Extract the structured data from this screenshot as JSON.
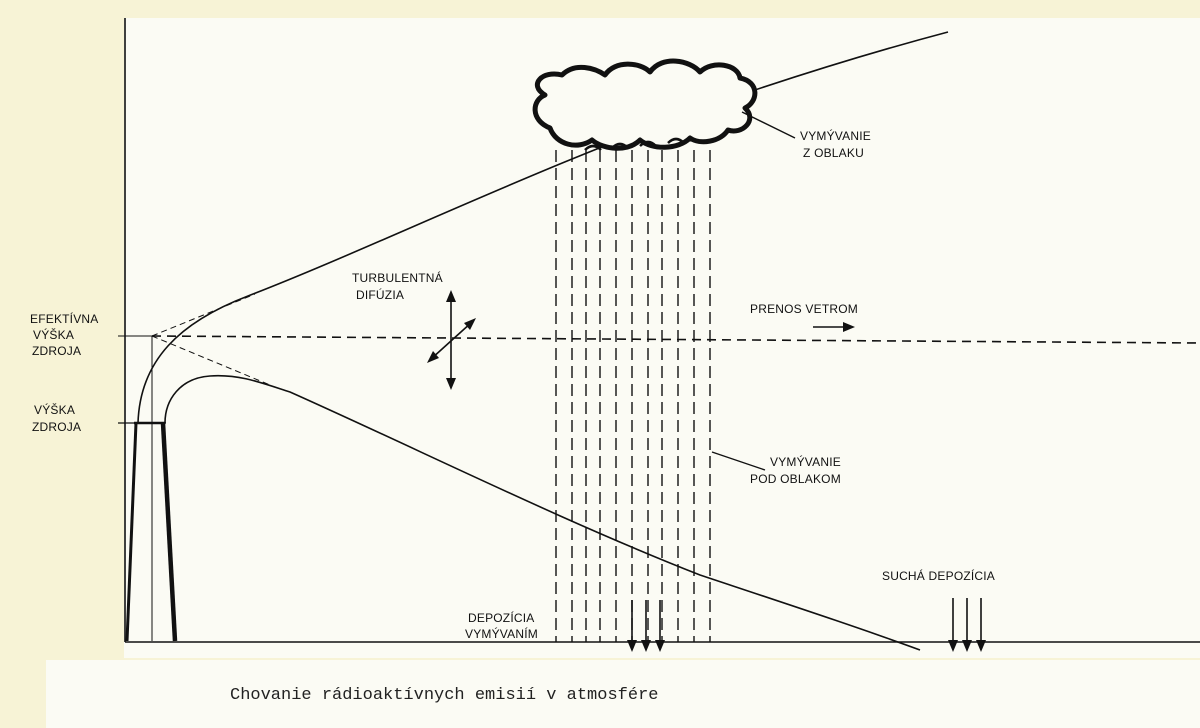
{
  "labels": {
    "effective_height": [
      "EFEKTÍVNA",
      "VÝŠKA",
      "ZDROJA"
    ],
    "source_height": [
      "VÝŠKA",
      "ZDROJA"
    ],
    "turbulent_diffusion": [
      "TURBULENTNÁ",
      "DIFÚZIA"
    ],
    "wind_transport": "PRENOS VETROM",
    "washout_cloud": [
      "VYMÝVANIE",
      "Z OBLAKU"
    ],
    "washout_below": [
      "VYMÝVANIE",
      "POD OBLAKOM"
    ],
    "dry_deposition": "SUCHÁ DEPOZÍCIA",
    "wet_deposition": [
      "DEPOZÍCIA",
      "VYMÝVANÍM"
    ]
  },
  "caption": "Chovanie rádioaktívnych emisií v atmosfére",
  "colors": {
    "paper": "#fbfbf4",
    "scan_border": "#f7f3d6",
    "ink": "#111111"
  }
}
